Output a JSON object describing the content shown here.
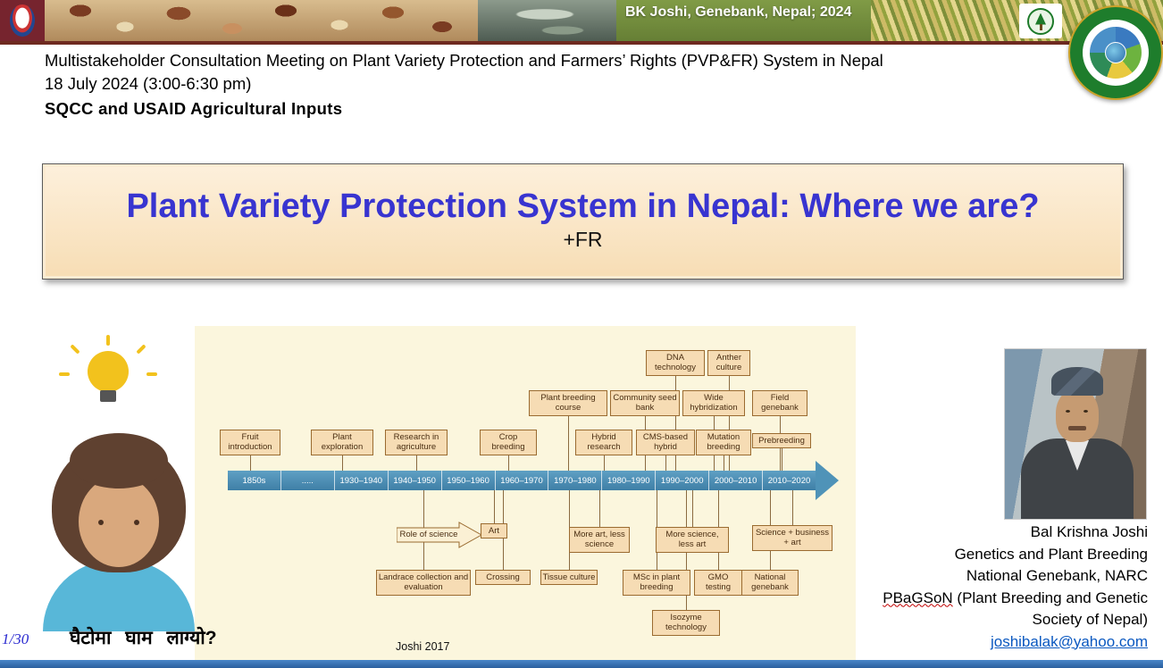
{
  "banner": {
    "credit": "BK Joshi, Genebank, Nepal; 2024"
  },
  "header": {
    "meeting_line": "Multistakeholder Consultation Meeting on Plant Variety Protection and Farmers’ Rights (PVP&FR) System in Nepal",
    "date_line": "18 July 2024 (3:00-6:30 pm)",
    "org_line": "SQCC and USAID Agricultural Inputs"
  },
  "title_box": {
    "title": "Plant Variety Protection System in Nepal: Where we are?",
    "subtitle": "+FR"
  },
  "timeline_diagram": {
    "caption": "Joshi 2017",
    "decades": [
      "1850s",
      ".....",
      "1930–1940",
      "1940–1950",
      "1950–1960",
      "1960–1970",
      "1970–1980",
      "1980–1990",
      "1990–2000",
      "2000–2010",
      "2010–2020"
    ],
    "top_boxes": [
      "DNA technology",
      "Anther culture",
      "Plant breeding course",
      "Community seed bank",
      "Wide hybridization",
      "Field genebank",
      "Fruit introduction",
      "Plant exploration",
      "Research in agriculture",
      "Crop breeding",
      "Hybrid research",
      "CMS-based hybrid",
      "Mutation breeding",
      "Prebreeding"
    ],
    "bottom_boxes": [
      "Role of science",
      "Art",
      "More art, less science",
      "More science, less art",
      "Science + business + art",
      "Landrace collection and evaluation",
      "Crossing",
      "Tissue culture",
      "MSc in plant breeding",
      "GMO testing",
      "National genebank",
      "Isozyme technology"
    ]
  },
  "speaker": {
    "name": "Bal Krishna Joshi",
    "affiliation1": "Genetics and Plant Breeding",
    "affiliation2": "National Genebank, NARC",
    "affiliation3_prefix": "PBaGSoN",
    "affiliation3_rest": " (Plant Breeding and Genetic Society of Nepal)",
    "email": "joshibalak@yahoo.com"
  },
  "footer": {
    "slide_number": "1/30",
    "nepali_text": "घैटोमा घाम लाग्यो?"
  },
  "colors": {
    "title_blue": "#3834d0",
    "title_box_peach": "#f7ddb4",
    "timeline_bar_blue": "#4f93b8",
    "timeline_box_tan": "#f6dcb4",
    "banner_green": "#667f35",
    "link_blue": "#0a58c0",
    "bottom_bar_blue": "#2e74b5"
  }
}
